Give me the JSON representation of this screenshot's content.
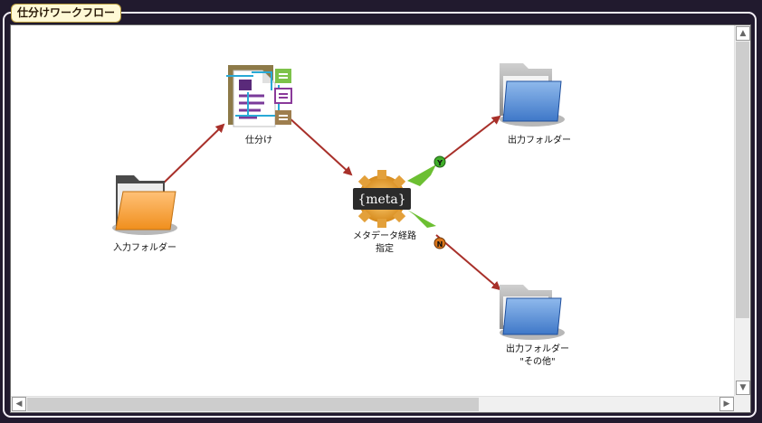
{
  "panel": {
    "title": "仕分けワークフロー"
  },
  "nodes": {
    "input_folder": {
      "label": "入力フォルダー",
      "icon": "open-orange-folder"
    },
    "sort": {
      "label": "仕分け",
      "icon": "document-sort"
    },
    "metadata_route": {
      "label_line1": "メタデータ経路",
      "label_line2": "指定",
      "badge_text": "{meta}",
      "icon": "gear-meta"
    },
    "output_folder": {
      "label": "出力フォルダー",
      "icon": "blue-folder"
    },
    "output_other": {
      "label_line1": "出力フォルダー",
      "label_line2": "\"その他\"",
      "icon": "blue-folder"
    }
  },
  "branches": {
    "yes": "Y",
    "no": "N"
  },
  "colors": {
    "connector": "#a8302a",
    "branch_yes": "#3fae2a",
    "branch_no": "#d9751a",
    "panel_bg": "#211a2e"
  },
  "scrollbars": {
    "up": "▲",
    "down": "▼",
    "left": "◀",
    "right": "▶"
  }
}
